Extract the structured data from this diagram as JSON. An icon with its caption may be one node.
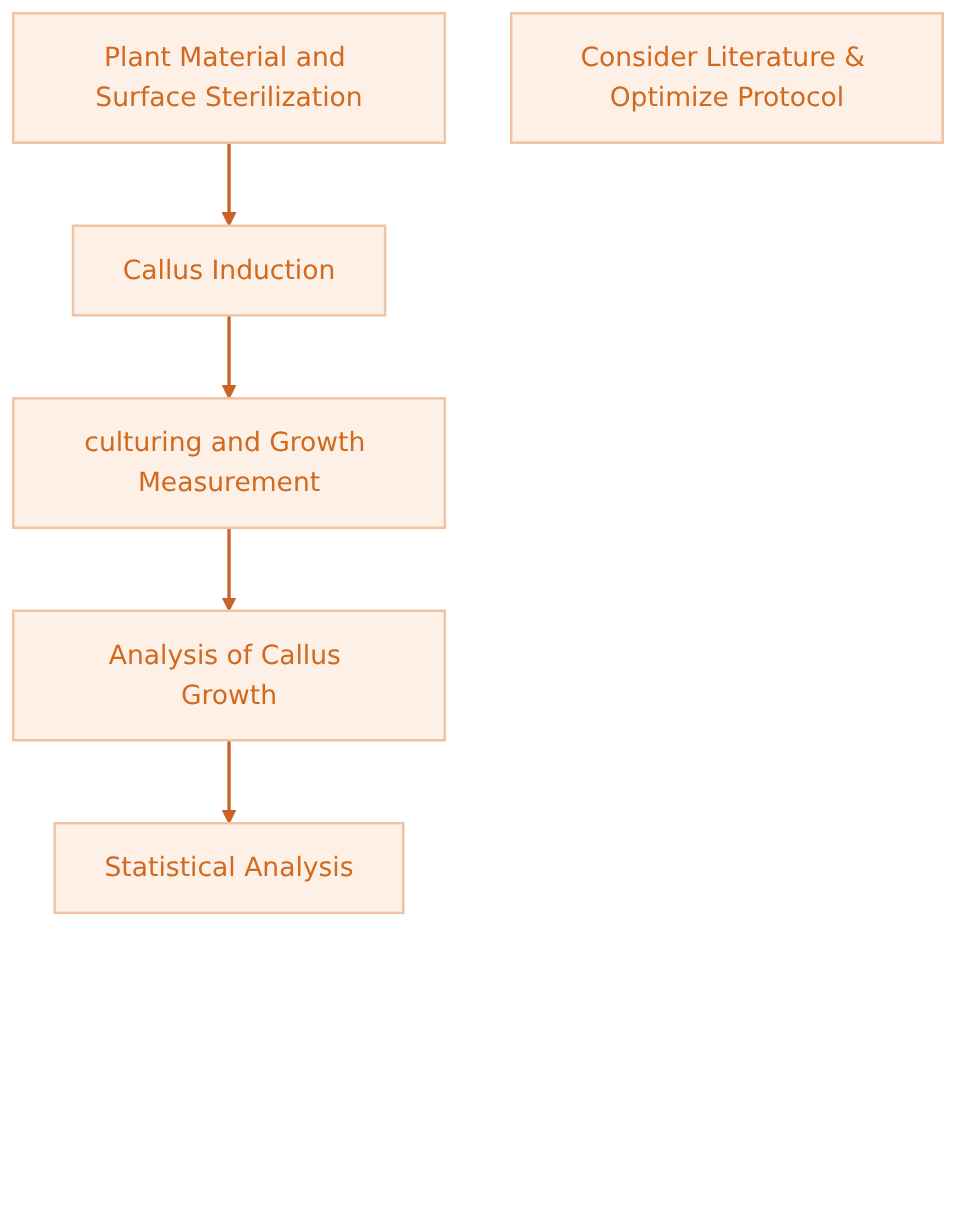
{
  "diagram": {
    "nodes": [
      {
        "text": [
          "Plant Material and Surface Sterilization"
        ]
      },
      {
        "text": [
          "Callus Induction"
        ]
      },
      {
        "text": [
          "culturing and Growth Measurement"
        ]
      },
      {
        "text": [
          "Analysis of Callus Growth"
        ]
      },
      {
        "text": [
          "Statistical Analysis"
        ]
      },
      {
        "text": [
          "Consider Literature & Optimize Protocol"
        ]
      }
    ],
    "edges": [
      {
        "from": 0,
        "to": 1,
        "arrow": "to"
      },
      {
        "from": 1,
        "to": 2,
        "arrow": "to"
      },
      {
        "from": 2,
        "to": 3,
        "arrow": "to"
      },
      {
        "from": 3,
        "to": 4,
        "arrow": "to"
      }
    ]
  }
}
